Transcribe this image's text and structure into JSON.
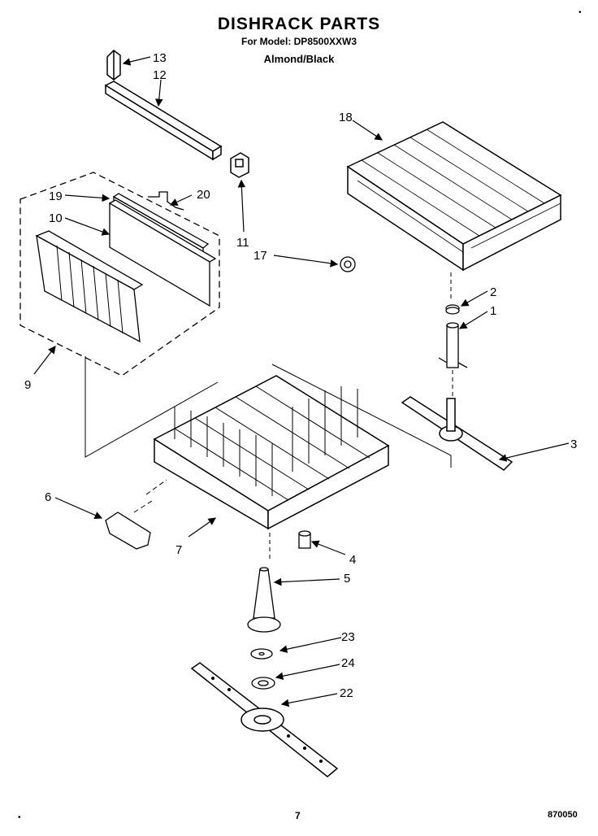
{
  "header": {
    "title": "DISHRACK PARTS",
    "model": "For Model: DP8500XXW3",
    "color": "Almond/Black"
  },
  "footer": {
    "page_number": "7",
    "doc_code": "870050",
    "corner_mark_top": "•",
    "corner_mark_bottom": "•"
  },
  "callouts": [
    "1",
    "2",
    "3",
    "4",
    "5",
    "6",
    "7",
    "9",
    "10",
    "11",
    "12",
    "13",
    "17",
    "18",
    "19",
    "20",
    "22",
    "23",
    "24"
  ]
}
